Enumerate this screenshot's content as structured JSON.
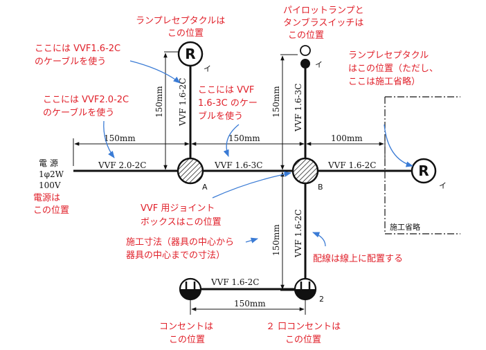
{
  "power": {
    "title": "電 源",
    "spec": "1φ2W",
    "voltage": "100V"
  },
  "cables": {
    "main_left": "VVF 2.0-2C",
    "center_ab": "VVF 1.6-3C",
    "right_b": "VVF 1.6-2C",
    "up_a": "VVF 1.6-2C",
    "up_b": "VVF 1.6-3C",
    "down_b": "VVF 1.6-2C",
    "bottom": "VVF 1.6-2C"
  },
  "dimensions": {
    "left_span": "150mm",
    "center_span": "150mm",
    "right_span": "100mm",
    "up_a": "150mm",
    "up_b": "150mm",
    "down_b": "150mm",
    "bottom_span": "150mm"
  },
  "symbols": {
    "receptacle": "R",
    "i_mark": "イ",
    "box_a": "A",
    "box_b": "B",
    "outlet_count": "2"
  },
  "labels": {
    "omitted": "施工省略"
  },
  "notes": {
    "lamp_top_1": "ランプレセプタクルは",
    "lamp_top_2": "この位置",
    "pilot_1": "パイロットランプと",
    "pilot_2": "タンブラスイッチは",
    "pilot_3": "この位置",
    "lamp_right_1": "ランプレセプタクル",
    "lamp_right_2": "はこの位置（ただし、",
    "lamp_right_3": "ここは施工省略）",
    "cable2c_1": "ここには VVF1.6-2C",
    "cable2c_2": "のケーブルを使う",
    "cable20_1": "ここには VVF2.0-2C",
    "cable20_2": "のケーブルを使う",
    "cable3c_1": "ここには VVF",
    "cable3c_2": "1.6-3C のケー",
    "cable3c_3": "ブルを使う",
    "power_pos_1": "電源は",
    "power_pos_2": "この位置",
    "jb_1": "VVF 用ジョイント",
    "jb_2": "ボックスはこの位置",
    "dim_1": "施工寸法（器具の中心から",
    "dim_2": "器具の中心までの寸法）",
    "wiring": "配線は線上に配置する",
    "outlet": "コンセントは",
    "outlet_2": "この位置",
    "outlet2_1": "２ 口コンセントは",
    "outlet2_2": "この位置"
  }
}
